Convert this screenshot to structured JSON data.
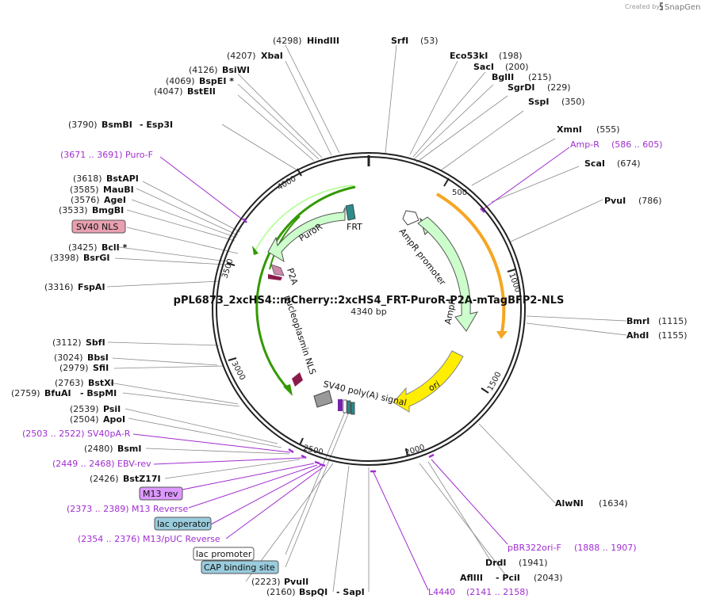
{
  "title": "pPL6873_2xcHS4::mCherry::2xcHS4_FRT-PuroR-P2A-mTagBFP2-NLS",
  "length": "4340 bp",
  "credit": {
    "prefix": "Created by",
    "brand": "SnapGene",
    "icon": "snapgene-logo-icon"
  },
  "ticks": [
    "500",
    "1000",
    "1500",
    "2000",
    "2500",
    "3000",
    "3500",
    "4000"
  ],
  "features": {
    "puror": "PuroR",
    "frt": "FRT",
    "p2a": "P2A",
    "nls": "nucleoplasmin NLS",
    "ampr_promoter": "AmpR promoter",
    "ampr": "AmpR",
    "sv40_polya": "SV40 poly(A) signal",
    "ori": "ori"
  },
  "boxed_labels": {
    "sv40_nls": "SV40 NLS",
    "m13_rev": "M13 rev",
    "lac_operator": "lac operator",
    "lac_promoter": "lac promoter",
    "cap_site": "CAP binding site"
  },
  "sites": {
    "hindiii": {
      "pos": "(4298)",
      "name": "HindIII"
    },
    "srfi": {
      "pos": "(53)",
      "name": "SrfI"
    },
    "xbai": {
      "pos": "(4207)",
      "name": "XbaI"
    },
    "eco53ki": {
      "pos": "(198)",
      "name": "Eco53kI"
    },
    "saci": {
      "pos": "(200)",
      "name": "SacI"
    },
    "bsiwi": {
      "pos": "(4126)",
      "name": "BsiWI"
    },
    "bglii": {
      "pos": "(215)",
      "name": "BglII"
    },
    "bspei": {
      "pos": "(4069)",
      "name": "BspEI *"
    },
    "sgrdi": {
      "pos": "(229)",
      "name": "SgrDI"
    },
    "bsteii": {
      "pos": "(4047)",
      "name": "BstEII"
    },
    "sspi": {
      "pos": "(350)",
      "name": "SspI"
    },
    "bsmbi": {
      "pos": "(3790)",
      "name": "BsmBI",
      "alt": "- Esp3I"
    },
    "xmni": {
      "pos": "(555)",
      "name": "XmnI"
    },
    "scai": {
      "pos": "(674)",
      "name": "ScaI"
    },
    "bstapi": {
      "pos": "(3618)",
      "name": "BstAPI"
    },
    "maubi": {
      "pos": "(3585)",
      "name": "MauBI"
    },
    "agei": {
      "pos": "(3576)",
      "name": "AgeI"
    },
    "bmgbi": {
      "pos": "(3533)",
      "name": "BmgBI"
    },
    "pvui": {
      "pos": "(786)",
      "name": "PvuI"
    },
    "bcli": {
      "pos": "(3425)",
      "name": "BclI *"
    },
    "bsrgi": {
      "pos": "(3398)",
      "name": "BsrGI"
    },
    "fspai": {
      "pos": "(3316)",
      "name": "FspAI"
    },
    "bmri": {
      "pos": "(1115)",
      "name": "BmrI"
    },
    "ahdi": {
      "pos": "(1155)",
      "name": "AhdI"
    },
    "sbfi": {
      "pos": "(3112)",
      "name": "SbfI"
    },
    "bbsi": {
      "pos": "(3024)",
      "name": "BbsI"
    },
    "sfii": {
      "pos": "(2979)",
      "name": "SfiI"
    },
    "bstxi": {
      "pos": "(2763)",
      "name": "BstXI"
    },
    "bfuai": {
      "pos": "(2759)",
      "name": "BfuAI",
      "alt": "- BspMI"
    },
    "psii": {
      "pos": "(2539)",
      "name": "PsiI"
    },
    "apoi": {
      "pos": "(2504)",
      "name": "ApoI"
    },
    "bsmi": {
      "pos": "(2480)",
      "name": "BsmI"
    },
    "bstz17i": {
      "pos": "(2426)",
      "name": "BstZ17I"
    },
    "alwni": {
      "pos": "(1634)",
      "name": "AlwNI"
    },
    "drdi": {
      "pos": "(1941)",
      "name": "DrdI"
    },
    "afliii": {
      "pos": "AflIII",
      "name": "- PciI",
      "alt": "(2043)"
    },
    "pvuii": {
      "pos": "(2223)",
      "name": "PvuII"
    },
    "bspqi": {
      "pos": "(2160)",
      "name": "BspQI",
      "alt": "- SapI"
    }
  },
  "primers": {
    "puro_f": "(3671 .. 3691)  Puro-F",
    "amp_r": {
      "name": "Amp-R",
      "pos": "(586 .. 605)"
    },
    "sv40pa_r": "(2503 .. 2522)  SV40pA-R",
    "ebv_rev": "(2449 .. 2468)  EBV-rev",
    "m13_reverse": "(2373 .. 2389)  M13 Reverse",
    "m13_puc_reverse": "(2354 .. 2376)  M13/pUC Reverse",
    "pbr322ori_f": {
      "name": "pBR322ori-F",
      "pos": "(1888 .. 1907)"
    },
    "l4440": {
      "name": "L4440",
      "pos": "(2141 .. 2158)"
    }
  },
  "colors": {
    "backbone": "#222222",
    "primer": "#a02dd0",
    "puror_fill": "#ccffcc",
    "green_arc": "#339900",
    "orange_arc": "#f5a623",
    "ori": "#ffee00",
    "frt": "#2e8b8b",
    "p2a": "#cc88aa",
    "nls": "#8b1a4b",
    "sv40_nls_box": "#e8a0b0",
    "m13_box": "#dd99ff",
    "lac_box": "#99ccdd"
  }
}
